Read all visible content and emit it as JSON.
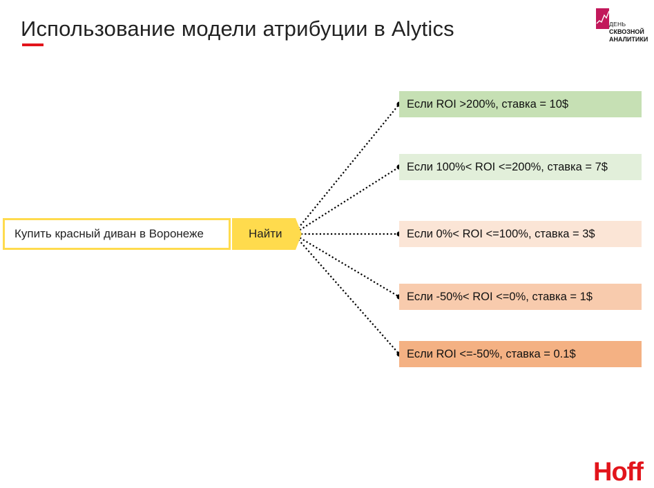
{
  "slide": {
    "title": "Использование модели атрибуции в Alytics"
  },
  "event_logo": {
    "line1": "ДЕНЬ",
    "line2": "СКВОЗНОЙ",
    "line3": "АНАЛИТИКИ",
    "accent_color": "#c2185b"
  },
  "search": {
    "query": "Купить красный диван в Воронеже",
    "button_label": "Найти",
    "accent_color": "#ffdb4d"
  },
  "rules": [
    {
      "label": "Если ROI >200%, ставка = 10$",
      "color": "#c6e0b4"
    },
    {
      "label": "Если 100%< ROI <=200%, ставка = 7$",
      "color": "#e2efda"
    },
    {
      "label": "Если 0%< ROI <=100%, ставка = 3$",
      "color": "#fbe5d6"
    },
    {
      "label": "Если -50%< ROI <=0%, ставка = 1$",
      "color": "#f8cbad"
    },
    {
      "label": "Если ROI <=-50%, ставка = 0.1$",
      "color": "#f4b183"
    }
  ],
  "brand_logo": {
    "text": "Hoff",
    "color": "#e2141b"
  }
}
